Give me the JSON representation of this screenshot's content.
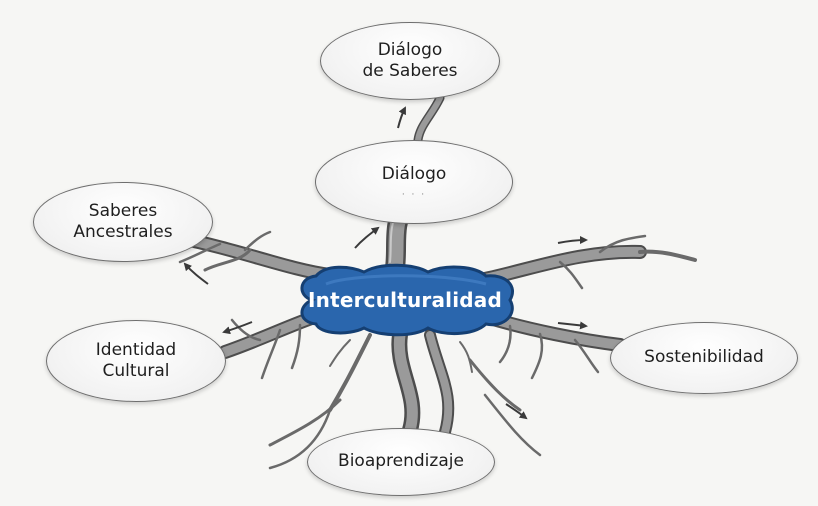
{
  "diagram": {
    "center": {
      "label": "Interculturalidad"
    },
    "nodes": [
      {
        "id": "dialogo-de-saberes",
        "label": "Diálogo\nde Saberes"
      },
      {
        "id": "dialogo",
        "label": "Diálogo",
        "sublabel": "· · ·"
      },
      {
        "id": "saberes-ancestrales",
        "label": "Saberes\nAncestrales"
      },
      {
        "id": "identidad-cultural",
        "label": "Identidad\nCultural"
      },
      {
        "id": "sostenibilidad",
        "label": "Sostenibilidad"
      },
      {
        "id": "bioaprendizaje",
        "label": "Bioaprendizaje"
      }
    ],
    "colors": {
      "center_fill": "#2a66ad",
      "center_border": "#153f72",
      "root": "#8d8d8d",
      "root_dark": "#4d4d4d",
      "arrow": "#3a3a3a"
    }
  }
}
